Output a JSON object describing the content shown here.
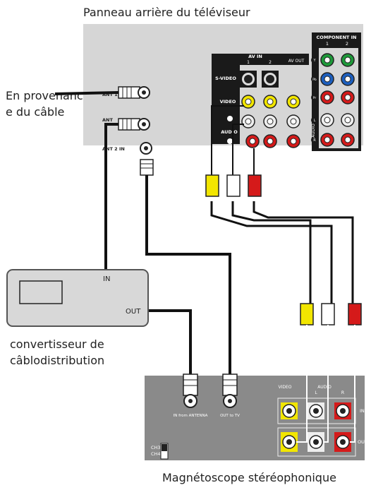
{
  "titles": {
    "tv_back_panel": "Panneau arrière du téléviseur",
    "vcr": "Magnétoscope stéréophonique",
    "cable_source": "En provenanc e du câble",
    "cable_box": "convertisseur de câblodistribution"
  },
  "tv_panel": {
    "component_in": "COMPONENT IN",
    "component_1": "1",
    "component_2": "2",
    "av_in": "AV IN",
    "av_in_1": "1",
    "av_in_2": "2",
    "av_out": "AV OUT",
    "s_video": "S-VIDEO",
    "video": "VIDEO",
    "audio": "AUDIO",
    "audio_vertical": "AUDIO",
    "ant1": "ANT 1 IN",
    "ant_cable": "ANT",
    "ant2": "ANT 2 IN",
    "jack_y": "Y",
    "jack_pb": "Pb",
    "jack_pr": "Pr",
    "jack_l": "L",
    "jack_r": "R"
  },
  "cable_box": {
    "in": "IN",
    "out": "OUT"
  },
  "vcr": {
    "in_from_antenna": "IN from ANTENNA",
    "out_to_tv": "OUT to TV",
    "video": "VIDEO",
    "audio": "AUDIO",
    "l": "L",
    "r": "R",
    "in": "IN",
    "out": "OUT",
    "ch3": "CH3",
    "ch4": "CH4"
  },
  "colors": {
    "panel": "#d4d4d4",
    "vcr_panel": "#8a8a8a",
    "yellow": "#f2e600",
    "red": "#d51a1a",
    "green": "#1e9a3a",
    "blue": "#1c5fbf",
    "cable": "#111111"
  }
}
